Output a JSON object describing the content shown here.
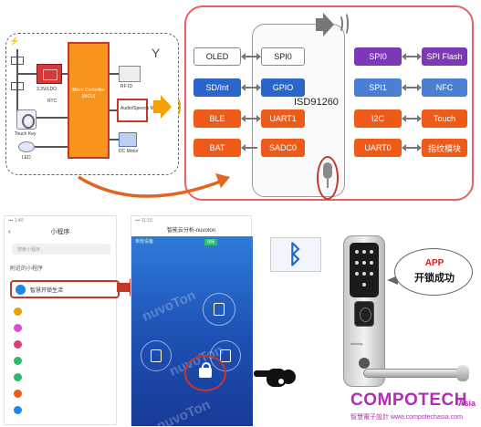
{
  "block_diagram": {
    "mcu_label": "Micro Controller (MCU)",
    "rfid_label": "RF ID",
    "audio_label": "Audio/Speech Module",
    "motor_label": "DC Motor",
    "power_label": "3.3V/LDO",
    "fp_label": "Touch Key",
    "led_label": "LED",
    "rtc_label": "RTC"
  },
  "chip_diagram": {
    "title": "ISD91260",
    "left_external": [
      "OLED",
      "SD/Int",
      "BLE",
      "BAT"
    ],
    "left_pins": [
      "SPI0",
      "GPIO",
      "UART1",
      "SADC0"
    ],
    "right_pins": [
      "SPI0",
      "SPI1",
      "I2C",
      "UART0"
    ],
    "right_external": [
      "SPI Flash",
      "NFC",
      "Touch",
      "指纹模块"
    ]
  },
  "phone1": {
    "status": "小程序",
    "title": "小程序",
    "search_placeholder": "搜索小程序",
    "section": "附近的小程序",
    "selected_item": "智慧开锁生活"
  },
  "phone2": {
    "status": "智能云分析-nuvoton",
    "title": "智能云分析-nuvoton",
    "top_left": "未检设备",
    "badge": "连接",
    "watermark": "nuvoTon"
  },
  "lock": {
    "bubble_line1": "APP",
    "bubble_line2": "开锁成功",
    "brand": "ultraloq"
  },
  "watermark": {
    "brand": "COMPOTECH",
    "asia": "Asia",
    "sub": "智慧電子設計 www.compotechasia.com"
  }
}
